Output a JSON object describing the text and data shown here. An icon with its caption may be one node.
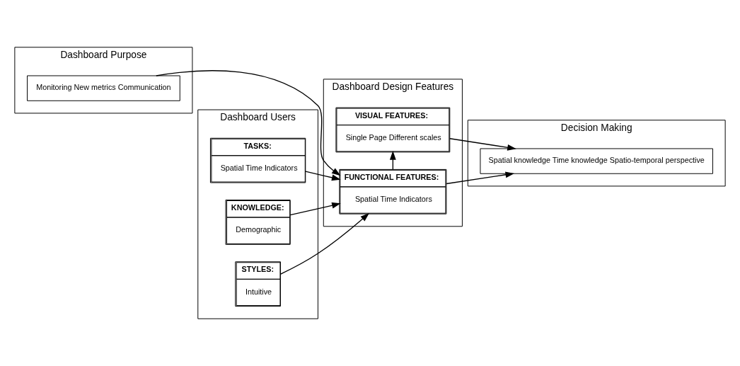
{
  "diagram": {
    "nodes": [
      {
        "text": [
          "Dashboard Purpose"
        ]
      },
      {
        "text": [
          "Dashboard Users"
        ]
      },
      {
        "text": [
          "Dashboard Design Features"
        ]
      },
      {
        "text": [
          "Decision Making"
        ]
      },
      {
        "text": [
          "Monitoring New metrics Communication"
        ],
        "in": 0
      },
      {
        "text": [
          "TASKS:",
          "Spatial Time Indicators"
        ],
        "in": 1
      },
      {
        "text": [
          "KNOWLEDGE:",
          "Demographic"
        ],
        "in": 1
      },
      {
        "text": [
          "STYLES:",
          "Intuitive"
        ],
        "in": 1
      },
      {
        "text": [
          "FUNCTIONAL FEATURES:",
          "Spatial Time Indicators"
        ],
        "in": 2
      },
      {
        "text": [
          "VISUAL FEATURES:",
          "Single Page Different scales"
        ],
        "in": 2
      },
      {
        "text": [
          "Spatial knowledge Time knowledge Spatio-temporal perspective"
        ],
        "in": 3
      }
    ],
    "edges": [
      {
        "from": 4,
        "to": 8,
        "arrow": "to"
      },
      {
        "from": 5,
        "to": 8,
        "arrow": "to"
      },
      {
        "from": 6,
        "to": 8,
        "arrow": "to"
      },
      {
        "from": 7,
        "to": 8,
        "arrow": "to"
      },
      {
        "from": 8,
        "to": 9,
        "arrow": "to"
      },
      {
        "from": 8,
        "to": 10,
        "arrow": "to"
      },
      {
        "from": 9,
        "to": 10,
        "arrow": "to"
      }
    ]
  }
}
